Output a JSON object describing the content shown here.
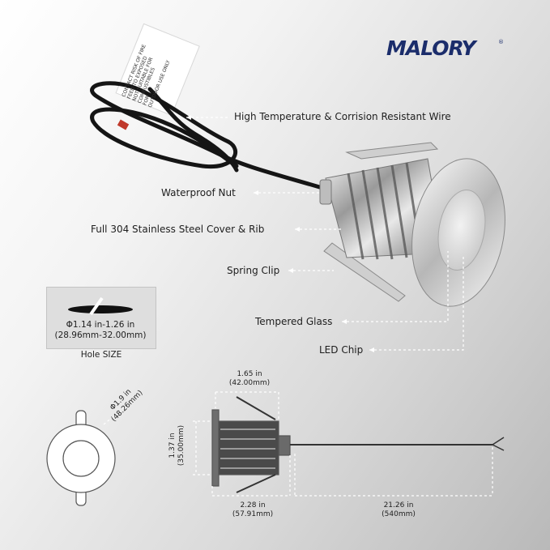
{
  "brand": {
    "name": "MALORY",
    "trademark": "®"
  },
  "wire_tag": {
    "lines": [
      "CONTACT RISK OF FIRE",
      "FEED TO EXPOSED",
      "NOT SUITABLE FOR",
      "COMBUSTIBLES",
      "FOR",
      "OUTDOOR USE ONLY"
    ]
  },
  "callouts": {
    "wire": "High Temperature & Corrision Resistant Wire",
    "nut": "Waterproof Nut",
    "cover": "Full 304 Stainless Steel Cover & Rib",
    "clip": "Spring Clip",
    "glass": "Tempered Glass",
    "chip": "LED Chip"
  },
  "hole": {
    "line1": "Φ1.14 in-1.26 in",
    "line2": "(28.96mm-32.00mm)",
    "caption": "Hole SIZE"
  },
  "dimensions": {
    "front_diameter": {
      "in": "Φ1.9 in",
      "mm": "(48.26mm)"
    },
    "top_width": {
      "in": "1.65 in",
      "mm": "(42.00mm)"
    },
    "height": {
      "in": "1.37 in",
      "mm": "(35.00mm)"
    },
    "body_length": {
      "in": "2.28 in",
      "mm": "(57.91mm)"
    },
    "wire_length": {
      "in": "21.26 in",
      "mm": "(540mm)"
    }
  },
  "colors": {
    "brand": "#1b2d6b",
    "text": "#1e1e1e",
    "background": "#e6e6e6"
  }
}
